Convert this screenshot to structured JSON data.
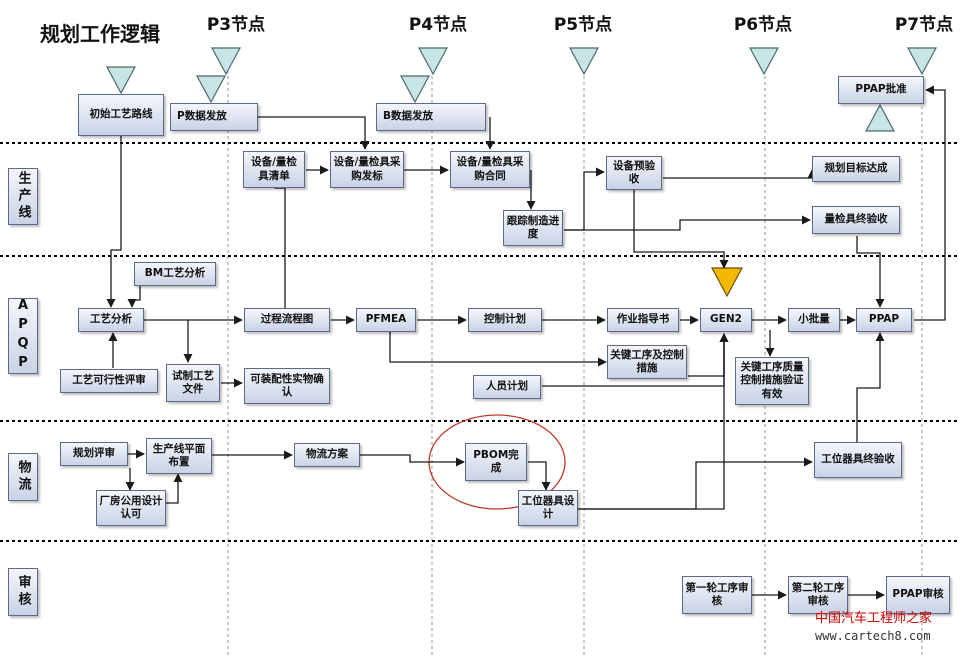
{
  "title": "规划工作逻辑",
  "milestones": [
    "P3节点",
    "P4节点",
    "P5节点",
    "P6节点",
    "P7节点"
  ],
  "lanes": [
    "生产线",
    "APQP",
    "物流",
    "审核"
  ],
  "nodes": {
    "initial_route": "初始工艺路线",
    "p_data": "P数据发放",
    "b_data": "B数据发放",
    "ppap_approval": "PPAP批准",
    "equip_list": "设备/量检具清单",
    "equip_po": "设备/量检具采购发标",
    "equip_contract": "设备/量检具采购合同",
    "equip_preaccept": "设备预验收",
    "track_progress": "跟踪制造进度",
    "plan_target": "规划目标达成",
    "gauge_final": "量检具终验收",
    "bm_analysis": "BM工艺分析",
    "process_analysis": "工艺分析",
    "flow_chart": "过程流程图",
    "pfmea": "PFMEA",
    "control_plan": "控制计划",
    "work_instruction": "作业指导书",
    "gen2": "GEN2",
    "small_batch": "小批量",
    "ppap": "PPAP",
    "key_process": "关键工序及控制措施",
    "key_quality": "关键工序质量控制措施验证有效",
    "staff_plan": "人员计划",
    "feasibility": "工艺可行性评审",
    "trial_file": "试制工艺文件",
    "assembly_confirm": "可装配性实物确认",
    "plan_review": "规划评审",
    "layout": "生产线平面布置",
    "plant_design": "厂房公用设计认可",
    "logistics_plan": "物流方案",
    "pbom": "PBOM完成",
    "fixture_design": "工位器具设计",
    "fixture_final": "工位器具终验收",
    "review_1": "第一轮工序审核",
    "review_2": "第二轮工序审核",
    "ppap_review": "PPAP审核"
  },
  "watermark": {
    "cn": "中国汽车工程师之家",
    "url": "www.cartech8.com"
  },
  "colors": {
    "triangle_fill": "#c8e4e4",
    "triangle_stroke": "#4a6a6a",
    "gen2_triangle": "#f5b800",
    "arrow": "#1a1a1a",
    "circle": "#c0392b"
  }
}
